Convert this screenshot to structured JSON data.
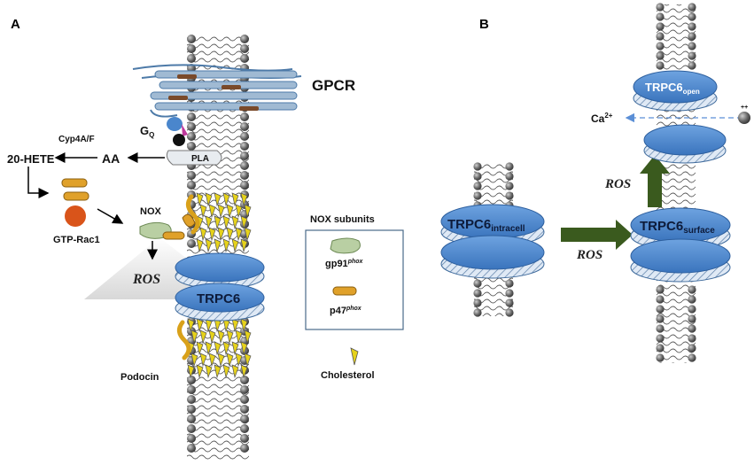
{
  "panels": {
    "a": "A",
    "b": "B"
  },
  "labels": {
    "gpcr": "GPCR",
    "gq_main": "G",
    "gq_sub": "Q",
    "pla": "PLA",
    "cyp": "Cyp4A/F",
    "aa": "AA",
    "hete": "20-HETE",
    "gtp_rac1": "GTP-Rac1",
    "nox": "NOX",
    "ros_a": "ROS",
    "trpc6_a": "TRPC6",
    "podocin": "Podocin",
    "nox_subunits_title": "NOX subunits",
    "gp91_main": "gp91",
    "gp91_sup": "phox",
    "p47_main": "p47",
    "p47_sup": "phox",
    "cholesterol": "Cholesterol",
    "trpc6_intra_main": "TRPC6",
    "trpc6_intra_sub": "intracell",
    "ros_b1": "ROS",
    "trpc6_surface_main": "TRPC6",
    "trpc6_surface_sub": "surface",
    "ros_b2": "ROS",
    "ca_main": "Ca",
    "ca_sup": "2+",
    "ion_charge": "++",
    "trpc6_open_main": "TRPC6",
    "trpc6_open_sub": "open"
  },
  "colors": {
    "channel_blue": "#4a86cc",
    "channel_edge": "#2d5f9e",
    "arrow_green": "#3a5a1e",
    "nox_green": "#b9cfa3",
    "p47_orange": "#e0a12a",
    "rac_orange": "#d9541a",
    "cholesterol_yellow": "#e6d21a",
    "ca_arrow": "#5b8fd6"
  }
}
